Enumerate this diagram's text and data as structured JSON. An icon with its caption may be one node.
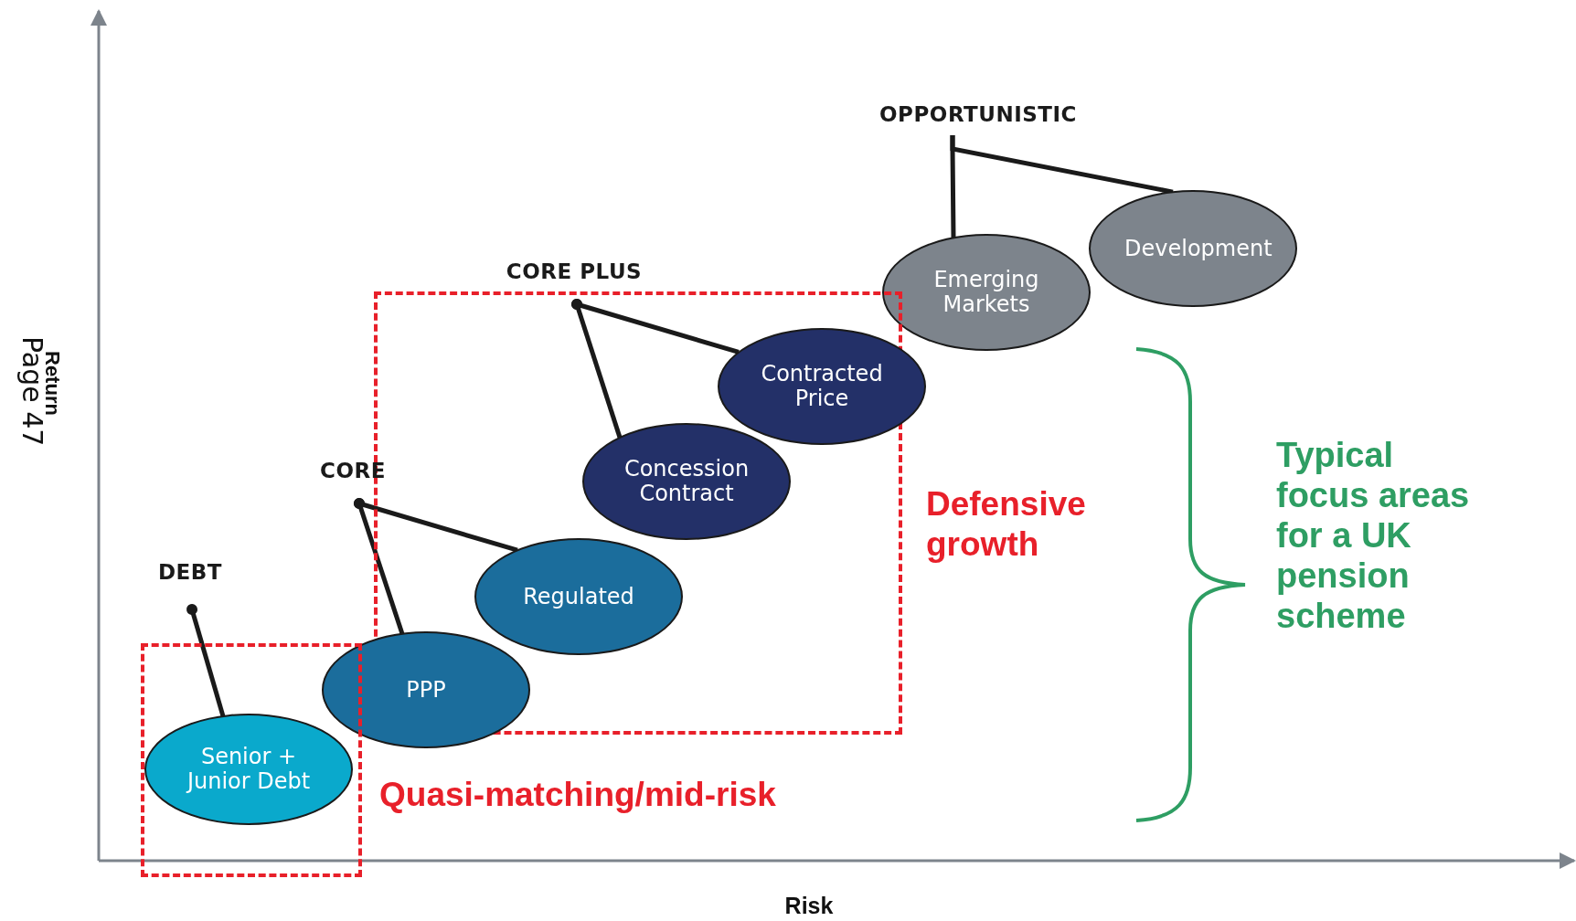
{
  "diagram": {
    "nodes": [
      {
        "text": [
          "OPPORTUNISTIC"
        ]
      },
      {
        "text": [
          "Emerging Markets"
        ]
      },
      {
        "text": [
          "Development"
        ]
      },
      {
        "text": [
          "Defensive growth"
        ]
      },
      {
        "text": [
          "CORE PLUS"
        ]
      },
      {
        "text": [
          "Contracted Price"
        ]
      },
      {
        "text": [
          "Concession Contract"
        ],
        "in": 3
      },
      {
        "text": [
          "CORE"
        ]
      },
      {
        "text": [
          "Regulated"
        ],
        "in": 3
      },
      {
        "text": [
          "PPP"
        ]
      },
      {
        "text": [
          "Quasi-matching/mid-risk"
        ]
      },
      {
        "text": [
          "DEBT"
        ]
      },
      {
        "text": [
          "Senior + Junior Debt"
        ],
        "in": 10
      }
    ],
    "edges": [
      {
        "from": 0,
        "to": 1,
        "arrow": "none"
      },
      {
        "from": 0,
        "to": 2,
        "arrow": "none"
      },
      {
        "from": 4,
        "to": 5,
        "arrow": "other"
      },
      {
        "from": 4,
        "to": 6,
        "arrow": "other"
      },
      {
        "from": 7,
        "to": 9,
        "arrow": "other"
      },
      {
        "from": 7,
        "to": 8,
        "arrow": "other"
      },
      {
        "from": 11,
        "to": 12,
        "arrow": "other"
      }
    ],
    "labels": [
      "Page 47",
      "Return",
      "Typical focus areas for a UK pension scheme",
      "Risk"
    ]
  }
}
